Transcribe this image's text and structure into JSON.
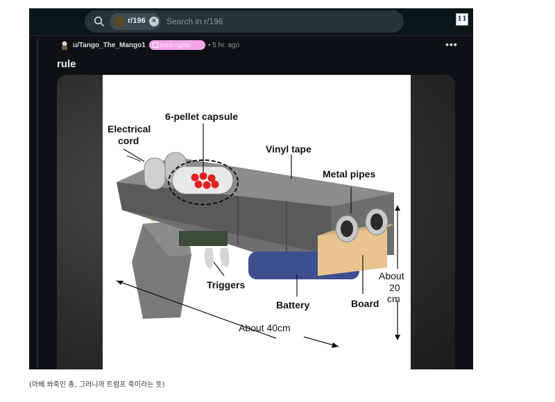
{
  "topbar": {
    "subreddit_chip": "r/196",
    "search_placeholder": "Search in r/196",
    "badge": "11"
  },
  "post": {
    "username": "u/Tango_The_Mango1",
    "flair": "trans rights",
    "time": "• 5 hr. ago",
    "menu": "•••",
    "title": "rule"
  },
  "diagram": {
    "labels": {
      "capsule": "6-pellet capsule",
      "cord_line1": "Electrical",
      "cord_line2": "cord",
      "tape": "Vinyl tape",
      "pipes": "Metal pipes",
      "triggers": "Triggers",
      "battery": "Battery",
      "board": "Board",
      "height_line1": "About",
      "height_line2": "20",
      "height_line3": "cm",
      "length": "About 40cm"
    },
    "colors": {
      "tape": "#6e6e6e",
      "battery": "#3d4f8f",
      "board": "#e8c48f",
      "pellet": "#e02020",
      "pipe": "#c9c9c9"
    }
  },
  "caption": "(아베 쏴죽인 총, 그러니까 트럼프 죽이라는 뜻)"
}
